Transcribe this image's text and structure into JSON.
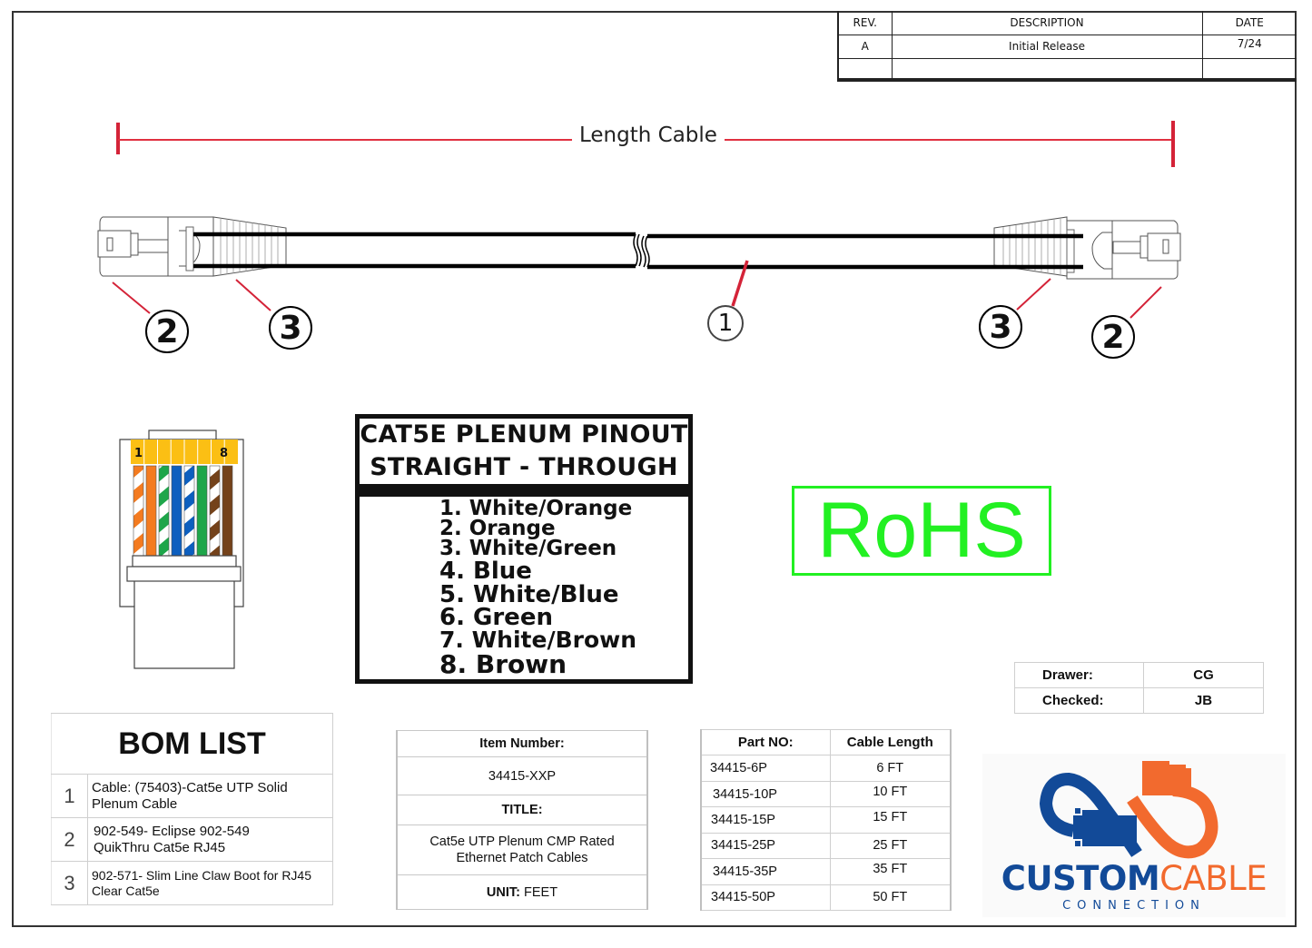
{
  "revision_table": {
    "headers": [
      "REV.",
      "DESCRIPTION",
      "DATE"
    ],
    "rows": [
      [
        "A",
        "Initial Release",
        "7/24"
      ],
      [
        "",
        "",
        ""
      ]
    ]
  },
  "cable_drawing": {
    "dimension_label": "Length Cable",
    "callouts": {
      "cable": "1",
      "connector_left": "2",
      "boot_left": "3",
      "boot_right": "3",
      "connector_right": "2"
    },
    "accent_color": "#d42338"
  },
  "rj45_diagram": {
    "pin_first": "1",
    "pin_last": "8",
    "wires": [
      {
        "pin": 1,
        "color": "#f47b20",
        "striped": true
      },
      {
        "pin": 2,
        "color": "#f47b20",
        "striped": false
      },
      {
        "pin": 3,
        "color": "#1ea64a",
        "striped": true
      },
      {
        "pin": 4,
        "color": "#0d5fbf",
        "striped": false
      },
      {
        "pin": 5,
        "color": "#0d5fbf",
        "striped": true
      },
      {
        "pin": 6,
        "color": "#1ea64a",
        "striped": false
      },
      {
        "pin": 7,
        "color": "#74421a",
        "striped": true
      },
      {
        "pin": 8,
        "color": "#74421a",
        "striped": false
      }
    ],
    "contact_color": "#fbbf14"
  },
  "pinout": {
    "title_line1": "CAT5E PLENUM PINOUT",
    "title_line2": "STRAIGHT - THROUGH",
    "pins": [
      "1. White/Orange",
      "2. Orange",
      "3. White/Green",
      "4. Blue",
      "5. White/Blue",
      "6. Green",
      "7. White/Brown",
      "8. Brown"
    ]
  },
  "rohs": {
    "label": "RoHS",
    "color": "#22f022"
  },
  "signoff": {
    "drawer_label": "Drawer:",
    "drawer_value": "CG",
    "checked_label": "Checked:",
    "checked_value": "JB"
  },
  "bom": {
    "title": "BOM LIST",
    "items": [
      {
        "num": "1",
        "line1": "Cable: (75403)-Cat5e UTP Solid",
        "line2": "Plenum Cable"
      },
      {
        "num": "2",
        "line1": "902-549- Eclipse 902-549",
        "line2": "QuikThru Cat5e RJ45"
      },
      {
        "num": "3",
        "line1": "902-571- Slim Line Claw Boot for RJ45",
        "line2": "Clear Cat5e"
      }
    ]
  },
  "item_block": {
    "item_number_label": "Item Number:",
    "item_number": "34415-XXP",
    "title_label": "TITLE:",
    "title_line1": "Cat5e UTP Plenum CMP Rated",
    "title_line2": "Ethernet Patch Cables",
    "unit_label": "UNIT:",
    "unit_value": "FEET"
  },
  "parts_table": {
    "headers": [
      "Part NO:",
      "Cable Length"
    ],
    "rows": [
      [
        "34415-6P",
        "6 FT"
      ],
      [
        "34415-10P",
        "10 FT"
      ],
      [
        "34415-15P",
        "15 FT"
      ],
      [
        "34415-25P",
        "25 FT"
      ],
      [
        "34415-35P",
        "35 FT"
      ],
      [
        "34415-50P",
        "50 FT"
      ]
    ]
  },
  "logo": {
    "word1": "CUSTOM",
    "word2": "CABLE",
    "tagline": "CONNECTION",
    "blue": "#124a98",
    "orange": "#f26a2e"
  }
}
